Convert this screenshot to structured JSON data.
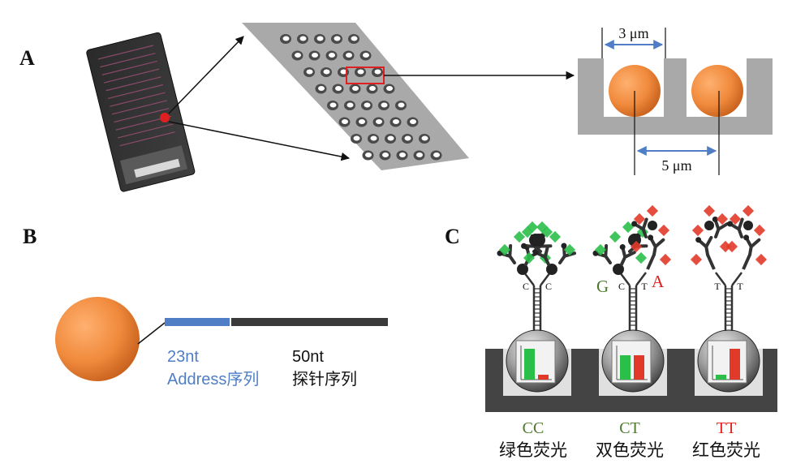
{
  "panels": {
    "a": {
      "label": "A",
      "well_width": "3 μm",
      "pitch": "5 μm"
    },
    "b": {
      "label": "B",
      "address_len": "23nt",
      "address_name": "Address序列",
      "probe_len": "50nt",
      "probe_name": "探针序列"
    },
    "c": {
      "label": "C",
      "allele_g": "G",
      "allele_a": "A",
      "groups": [
        {
          "bases": [
            "C",
            "C"
          ],
          "genotype": "CC",
          "genotype_color": "#4a7a2a",
          "desc": "绿色荧光",
          "green": 0.95,
          "red": 0.15
        },
        {
          "bases": [
            "C",
            "T"
          ],
          "genotype": "CT",
          "genotype_color": "#4a7a2a",
          "desc": "双色荧光",
          "green": 0.75,
          "red": 0.75
        },
        {
          "bases": [
            "T",
            "T"
          ],
          "genotype": "TT",
          "genotype_color": "#e02020",
          "desc": "红色荧光",
          "green": 0.15,
          "red": 0.95
        }
      ]
    }
  },
  "colors": {
    "bead": "#f08a3c",
    "address_segment": "#4f7ec7",
    "probe_segment": "#3a3a3a",
    "substrate": "#444444",
    "slide_gray": "#a9a9a9",
    "highlight": "#e02020",
    "green_dye": "#2bbf4a",
    "red_dye": "#e23a2a"
  }
}
